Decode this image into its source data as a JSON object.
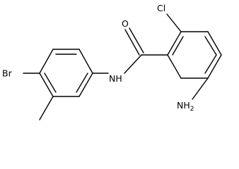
{
  "molecule": {
    "labels": {
      "oxygen": "O",
      "chlorine": "Cl",
      "bromine": "Br",
      "amide_nitrogen": "NH",
      "amino_nitrogen": "NH",
      "amino_subscript": "2"
    }
  }
}
